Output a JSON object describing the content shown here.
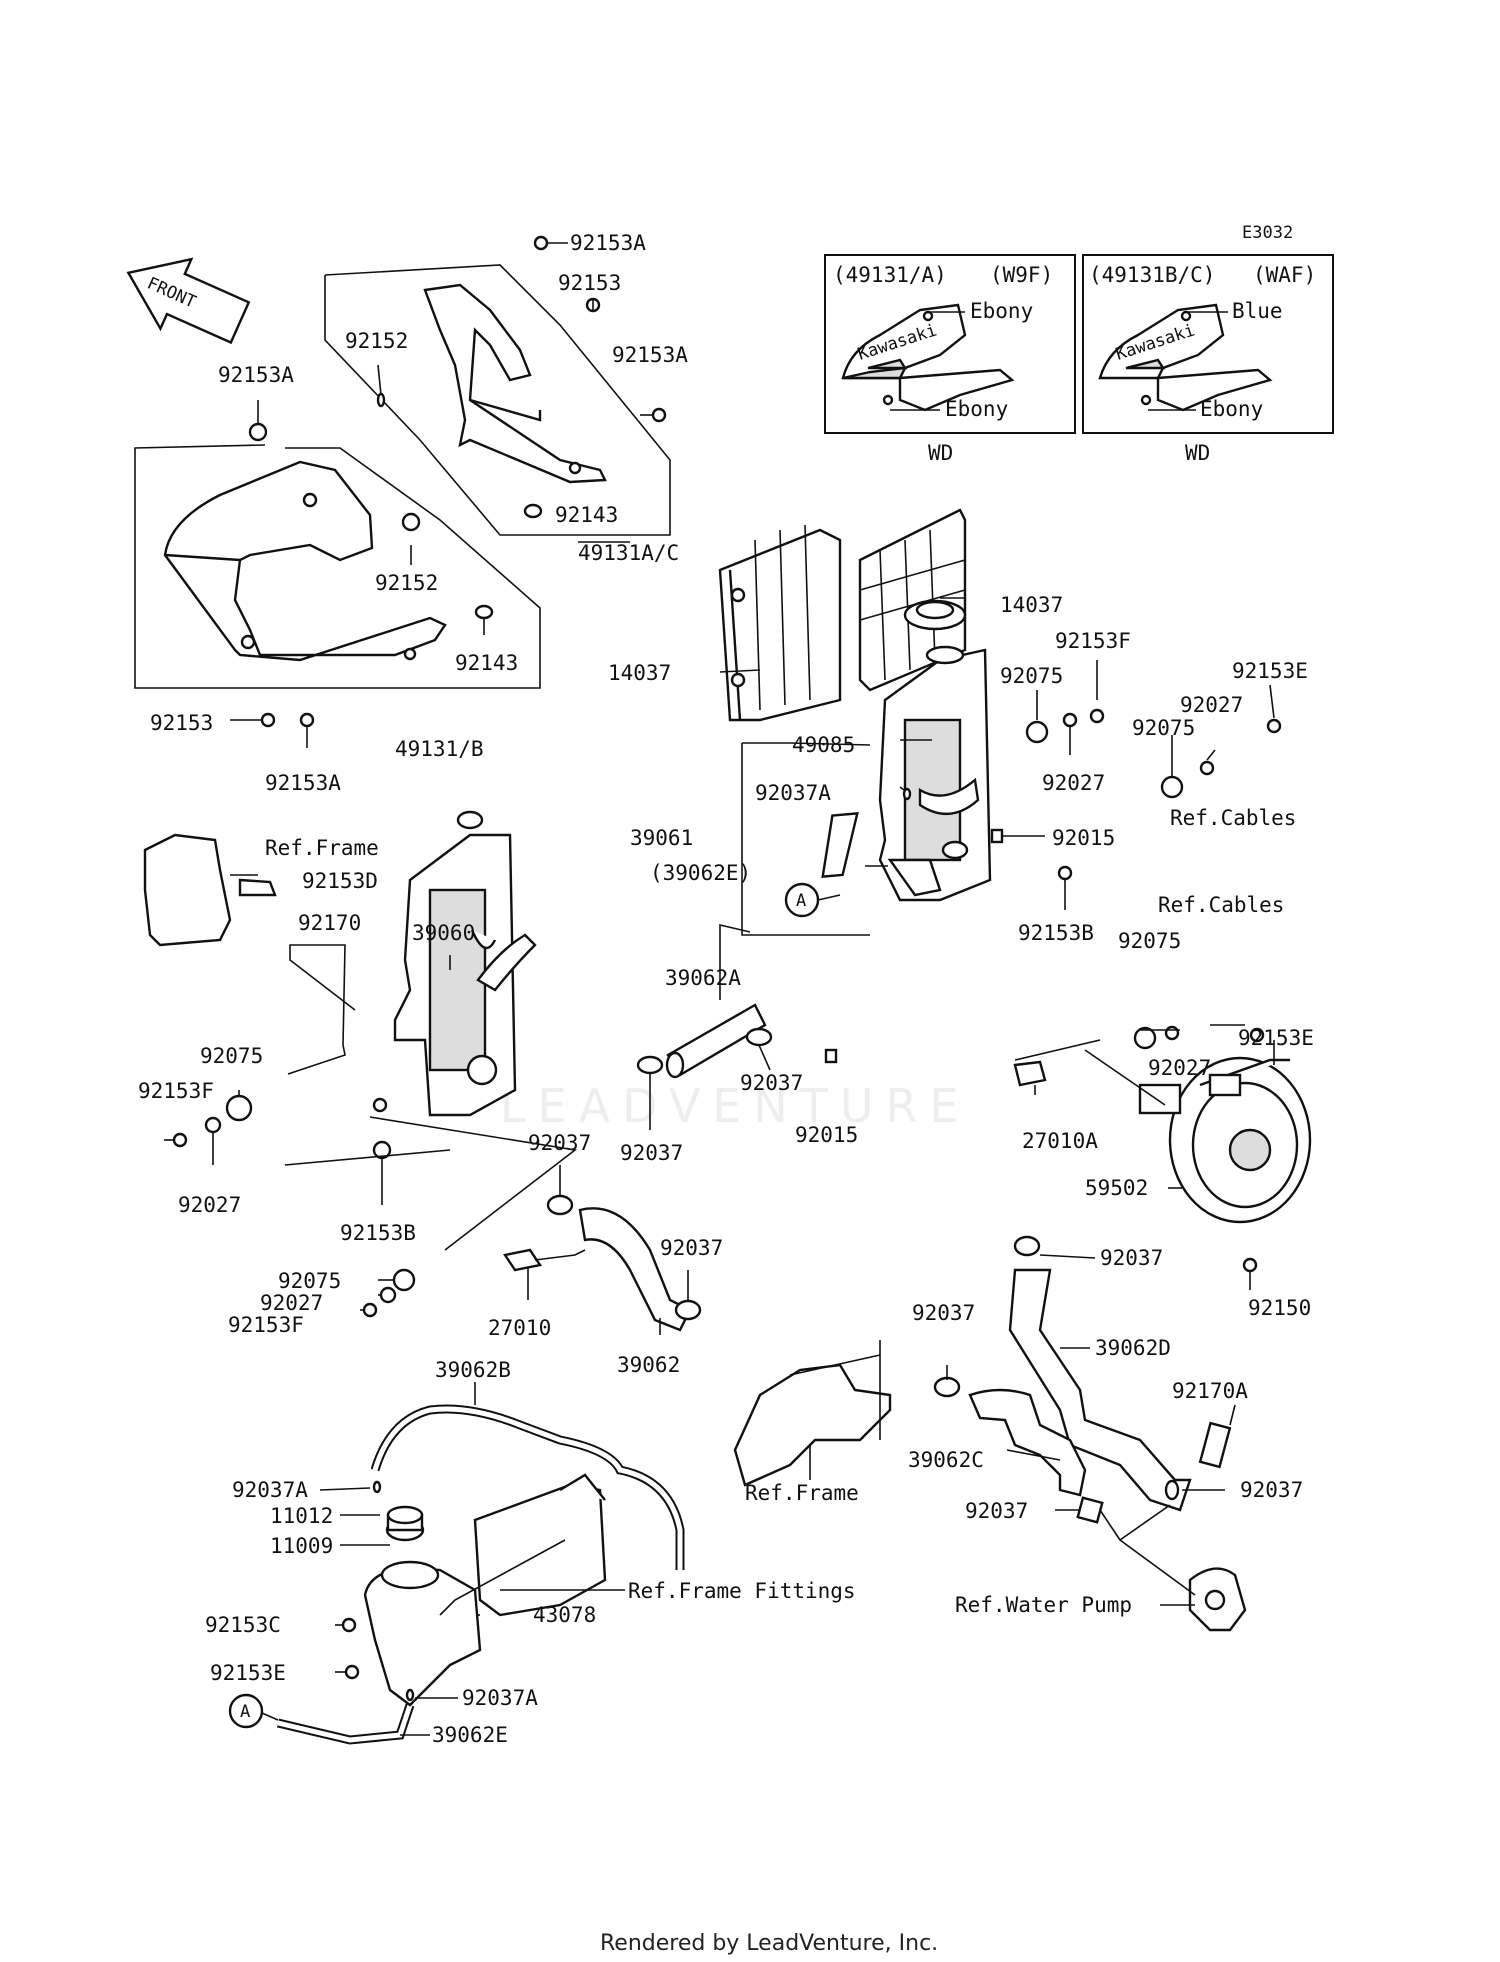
{
  "diagram_code": "E3032",
  "front_label": "FRONT",
  "watermark": "LEADVENTURE",
  "footer": "Rendered by LeadVenture, Inc.",
  "variant_boxes": [
    {
      "header_left": "(49131/A)",
      "header_right": "(W9F)",
      "upper_color": "Ebony",
      "lower_color": "Ebony",
      "brand": "Kawasaki",
      "caption": "WD"
    },
    {
      "header_left": "(49131B/C)",
      "header_right": "(WAF)",
      "upper_color": "Blue",
      "lower_color": "Ebony",
      "brand": "Kawasaki",
      "caption": "WD"
    }
  ],
  "labels": [
    {
      "id": "l-92153A-1",
      "text": "92153A"
    },
    {
      "id": "l-92153-1",
      "text": "92153"
    },
    {
      "id": "l-92152-1",
      "text": "92152"
    },
    {
      "id": "l-92153A-2",
      "text": "92153A"
    },
    {
      "id": "l-92153A-3",
      "text": "92153A"
    },
    {
      "id": "l-92143-1",
      "text": "92143"
    },
    {
      "id": "l-49131AC",
      "text": "49131A/C"
    },
    {
      "id": "l-92152-2",
      "text": "92152"
    },
    {
      "id": "l-92143-2",
      "text": "92143"
    },
    {
      "id": "l-92153-2",
      "text": "92153"
    },
    {
      "id": "l-49131B",
      "text": "49131/B"
    },
    {
      "id": "l-92153A-4",
      "text": "92153A"
    },
    {
      "id": "l-14037-1",
      "text": "14037"
    },
    {
      "id": "l-14037-2",
      "text": "14037"
    },
    {
      "id": "l-92153F-1",
      "text": "92153F"
    },
    {
      "id": "l-92075-1",
      "text": "92075"
    },
    {
      "id": "l-92153E-1",
      "text": "92153E"
    },
    {
      "id": "l-92027-1",
      "text": "92027"
    },
    {
      "id": "l-92075-2",
      "text": "92075"
    },
    {
      "id": "l-49085",
      "text": "49085"
    },
    {
      "id": "l-92027-2",
      "text": "92027"
    },
    {
      "id": "l-92037A-1",
      "text": "92037A"
    },
    {
      "id": "l-refcables-1",
      "text": "Ref.Cables"
    },
    {
      "id": "l-39061",
      "text": "39061"
    },
    {
      "id": "l-92015-1",
      "text": "92015"
    },
    {
      "id": "l-39062E-1",
      "text": "(39062E)"
    },
    {
      "id": "l-92153B-1",
      "text": "92153B"
    },
    {
      "id": "l-refcables-2",
      "text": "Ref.Cables"
    },
    {
      "id": "l-92075-3",
      "text": "92075"
    },
    {
      "id": "l-92153E-2",
      "text": "92153E"
    },
    {
      "id": "l-refframe-1",
      "text": "Ref.Frame"
    },
    {
      "id": "l-92153D",
      "text": "92153D"
    },
    {
      "id": "l-92170",
      "text": "92170"
    },
    {
      "id": "l-39060",
      "text": "39060"
    },
    {
      "id": "l-39062A",
      "text": "39062A"
    },
    {
      "id": "l-92075-4",
      "text": "92075"
    },
    {
      "id": "l-92153F-2",
      "text": "92153F"
    },
    {
      "id": "l-92027-3",
      "text": "92027"
    },
    {
      "id": "l-92037-1",
      "text": "92037"
    },
    {
      "id": "l-92037-2",
      "text": "92037"
    },
    {
      "id": "l-92015-2",
      "text": "92015"
    },
    {
      "id": "l-27010A",
      "text": "27010A"
    },
    {
      "id": "l-92027-4",
      "text": "92027"
    },
    {
      "id": "l-92037-3",
      "text": "92037"
    },
    {
      "id": "l-59502",
      "text": "59502"
    },
    {
      "id": "l-92153B-2",
      "text": "92153B"
    },
    {
      "id": "l-92037-4",
      "text": "92037"
    },
    {
      "id": "l-92037-5",
      "text": "92037"
    },
    {
      "id": "l-92075-5",
      "text": "92075"
    },
    {
      "id": "l-92027-5",
      "text": "92027"
    },
    {
      "id": "l-92153F-3",
      "text": "92153F"
    },
    {
      "id": "l-27010",
      "text": "27010"
    },
    {
      "id": "l-39062",
      "text": "39062"
    },
    {
      "id": "l-92150",
      "text": "92150"
    },
    {
      "id": "l-92037-6",
      "text": "92037"
    },
    {
      "id": "l-39062D",
      "text": "39062D"
    },
    {
      "id": "l-39062B",
      "text": "39062B"
    },
    {
      "id": "l-92170A",
      "text": "92170A"
    },
    {
      "id": "l-39062C",
      "text": "39062C"
    },
    {
      "id": "l-refframe-2",
      "text": "Ref.Frame"
    },
    {
      "id": "l-92037A-2",
      "text": "92037A"
    },
    {
      "id": "l-92037-7",
      "text": "92037"
    },
    {
      "id": "l-11012",
      "text": "11012"
    },
    {
      "id": "l-92037-8",
      "text": "92037"
    },
    {
      "id": "l-11009",
      "text": "11009"
    },
    {
      "id": "l-refframefittings",
      "text": "Ref.Frame Fittings"
    },
    {
      "id": "l-refwaterpump",
      "text": "Ref.Water Pump"
    },
    {
      "id": "l-43078",
      "text": "43078"
    },
    {
      "id": "l-92153C",
      "text": "92153C"
    },
    {
      "id": "l-92153E-3",
      "text": "92153E"
    },
    {
      "id": "l-92037A-3",
      "text": "92037A"
    },
    {
      "id": "l-39062E-2",
      "text": "39062E"
    }
  ],
  "callout_letter": "A"
}
